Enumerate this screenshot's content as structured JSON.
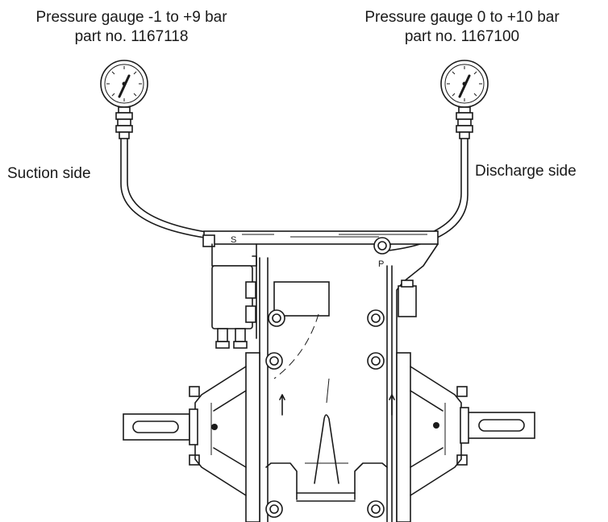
{
  "labels": {
    "gauge_left_line1": "Pressure gauge -1 to +9 bar",
    "gauge_left_line2": "part no. 1167118",
    "gauge_right_line1": "Pressure gauge 0 to +10 bar",
    "gauge_right_line2": "part no. 1167100",
    "suction": "Suction side",
    "discharge": "Discharge side",
    "port_suction": "S",
    "port_pressure": "P"
  }
}
